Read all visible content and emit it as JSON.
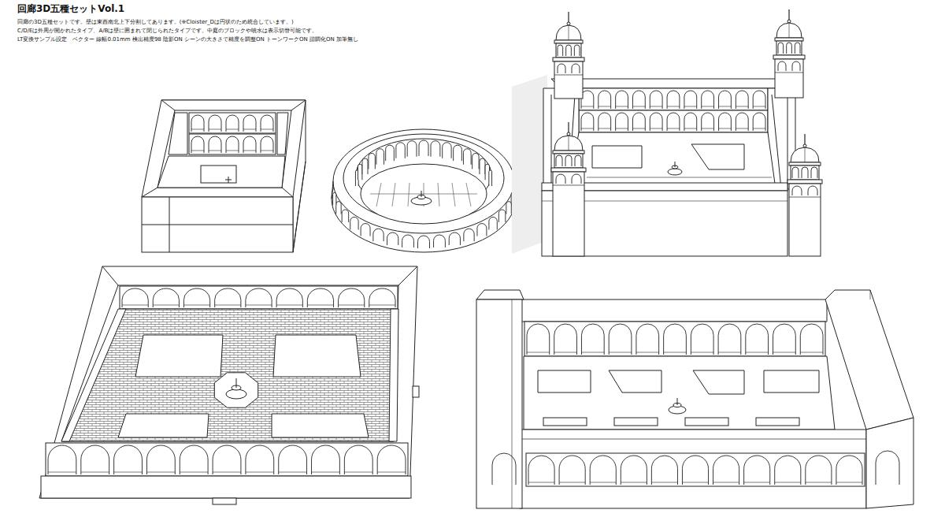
{
  "diagram": {
    "title": "回廊3D五種セットVol.1",
    "labels": [
      "回廊の3D五種セットです。壁は東西南北上下分割してあります。(※Cloister_Dは円状のため統合しています。)",
      "C/D/Eは外周が開かれたタイプ、A/Bは壁に囲まれて閉じられたタイプです。中庭のブロックや噴水は表示切替可能です。",
      "LT変換サンプル設定　ベクター 線幅0.01mm 検出精度98 陰影ON シーンの大きさで精度を調整ON トーンワークON 諧調化ON 加筆無し"
    ]
  }
}
